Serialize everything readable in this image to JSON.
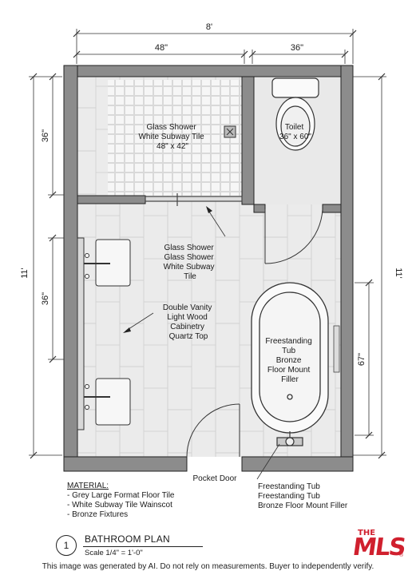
{
  "dimensions": {
    "overall_width": "8'",
    "shower_width": "48\"",
    "toilet_width": "36\"",
    "overall_length_left": "11'",
    "overall_length_right": "11'",
    "shower_depth": "36\"",
    "vanity_spacing": "36\"",
    "tub_length": "67\""
  },
  "labels": {
    "shower": [
      "Glass Shower",
      "White Subway Tile",
      "48\" x 42\""
    ],
    "toilet": [
      "Toilet",
      "36\" x 60\""
    ],
    "glass_callout": [
      "Glass Shower",
      "Glass Shower",
      "White Subway",
      "Tile"
    ],
    "vanity": [
      "Double Vanity",
      "Light Wood",
      "Cabinetry",
      "Quartz Top"
    ],
    "tub": [
      "Freestanding",
      "Tub",
      "Bronze",
      "Floor Mount",
      "Filler"
    ],
    "pocket_door": "Pocket Door",
    "tub_callout": [
      "Freestanding Tub",
      "Freestanding Tub",
      "Bronze Floor Mount Filler"
    ]
  },
  "materials": {
    "title": "MATERIAL:",
    "items": [
      "Grey Large Format Floor Tile",
      "White Subway Tile Wainscot",
      "Bronze Fixtures"
    ]
  },
  "title_block": {
    "number": "1",
    "title": "BATHROOM PLAN",
    "scale": "Scale 1/4\" = 1'-0\""
  },
  "disclaimer": "This image was generated by AI. Do not rely on measurements. Buyer to independently verify.",
  "logo": {
    "top": "THE",
    "main": "MLS",
    "mark": "®"
  },
  "colors": {
    "wall": "#8c8c8c",
    "floor": "#ebebeb",
    "line": "#222222",
    "tile": "#f4f4f4",
    "logo_red": "#d0202e"
  }
}
